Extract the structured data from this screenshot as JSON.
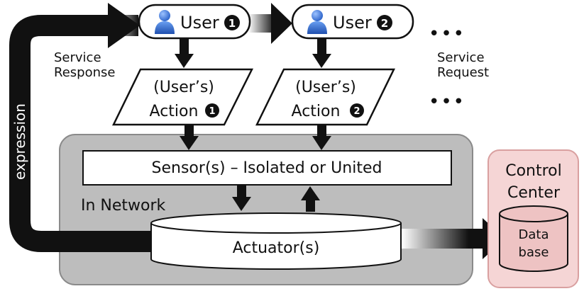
{
  "users": [
    {
      "label": "User",
      "number": "1"
    },
    {
      "label": "User",
      "number": "2"
    }
  ],
  "actions": [
    {
      "line1": "(User’s)",
      "line2": "Action",
      "number": "1"
    },
    {
      "line1": "(User’s)",
      "line2": "Action",
      "number": "2"
    }
  ],
  "ellipsis": "•••",
  "labels": {
    "service_response_1": "Service",
    "service_response_2": "Response",
    "service_request_1": "Service",
    "service_request_2": "Request",
    "expression": "expression",
    "in_network": "In Network",
    "sensor": "Sensor(s) – Isolated or United",
    "actuator": "Actuator(s)",
    "control_center_1": "Control",
    "control_center_2": "Center",
    "database_1": "Data",
    "database_2": "base"
  },
  "colors": {
    "network_fill": "#bdbdbd",
    "network_stroke": "#8a8a8a",
    "control_fill": "#f5d5d5",
    "control_stroke": "#d9a0a0",
    "database_fill": "#eec3c3",
    "user_icon": "#3b78d8",
    "arrow": "#111111"
  }
}
